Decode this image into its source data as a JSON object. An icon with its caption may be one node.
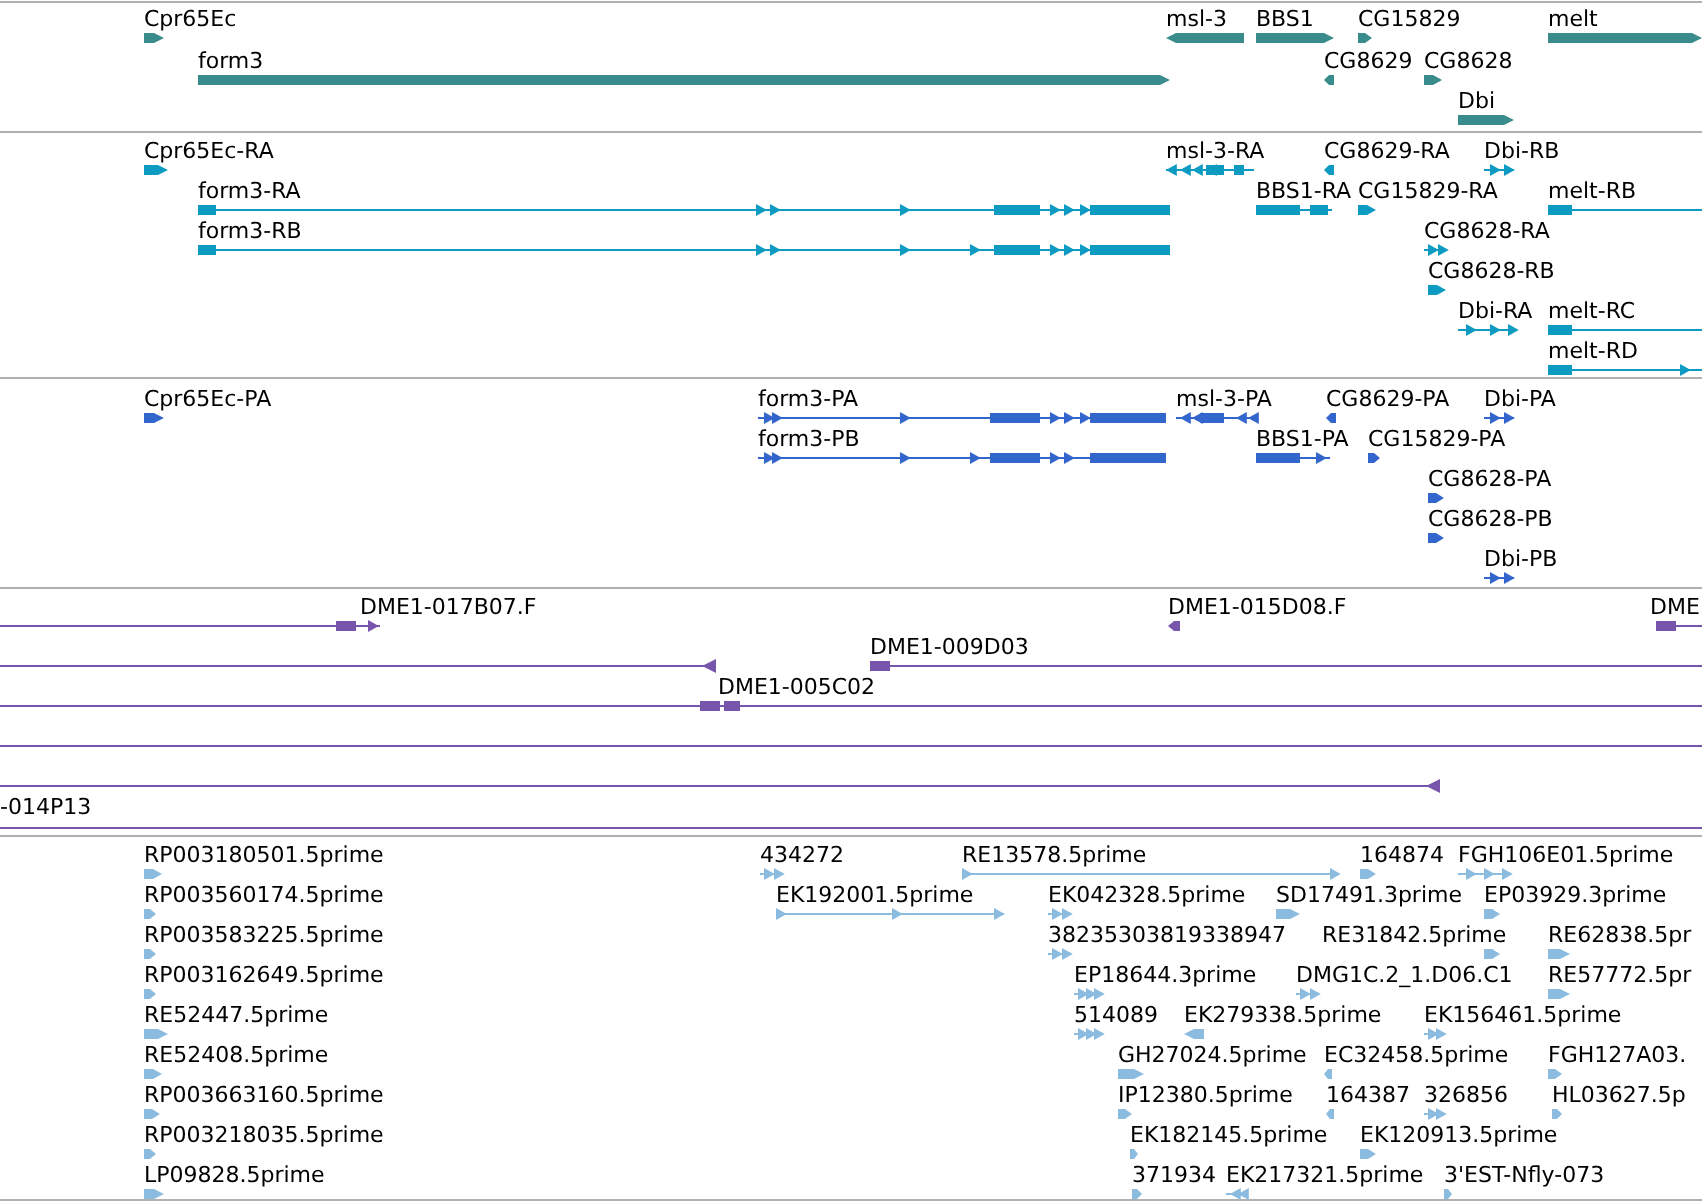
{
  "diagram": {
    "labels": [
      "Cpr65Ec",
      "msl-3",
      "BBS1",
      "CG15829",
      "melt",
      "form3",
      "CG8629",
      "CG8628",
      "Dbi",
      "Cpr65Ec-RA",
      "msl-3-RA",
      "CG8629-RA",
      "Dbi-RB",
      "form3-RA",
      "BBS1-RA",
      "CG15829-RA",
      "melt-RB",
      "form3-RB",
      "CG8628-RA",
      "CG8628-RB",
      "Dbi-RA",
      "melt-RC",
      "melt-RD",
      "Cpr65Ec-PA",
      "form3-PA",
      "msl-3-PA",
      "CG8629-PA",
      "Dbi-PA",
      "form3-PB",
      "BBS1-PA",
      "CG15829-PA",
      "CG8628-PA",
      "CG8628-PB",
      "Dbi-PB",
      "DME1-017B07.F",
      "DME1-015D08.F",
      "DME",
      "DME1-009D03",
      "DME1-005C02",
      "-014P13",
      "RP003180501.5prime",
      "434272",
      "RE13578.5prime",
      "164874",
      "FGH106E01.5prime",
      "RP003560174.5prime",
      "EK192001.5prime",
      "EK042328.5prime",
      "SD17491.3prime",
      "EP03929.3prime",
      "RP003583225.5prime",
      "38235303819338947",
      "RE31842.5prime",
      "RE62838.5pr",
      "RP003162649.5prime",
      "EP18644.3prime",
      "DMG1C.2_1.D06.C1",
      "RE57772.5pr",
      "RE52447.5prime",
      "514089",
      "EK279338.5prime",
      "EK156461.5prime",
      "RE52408.5prime",
      "GH27024.5prime",
      "EC32458.5prime",
      "FGH127A03.",
      "RP003663160.5prime",
      "IP12380.5prime",
      "164387",
      "326856",
      "HL03627.5p",
      "RP003218035.5prime",
      "EK182145.5prime",
      "EK120913.5prime",
      "LP09828.5prime",
      "371934",
      "EK217321.5prime",
      "3'EST-Nfly-073"
    ]
  }
}
